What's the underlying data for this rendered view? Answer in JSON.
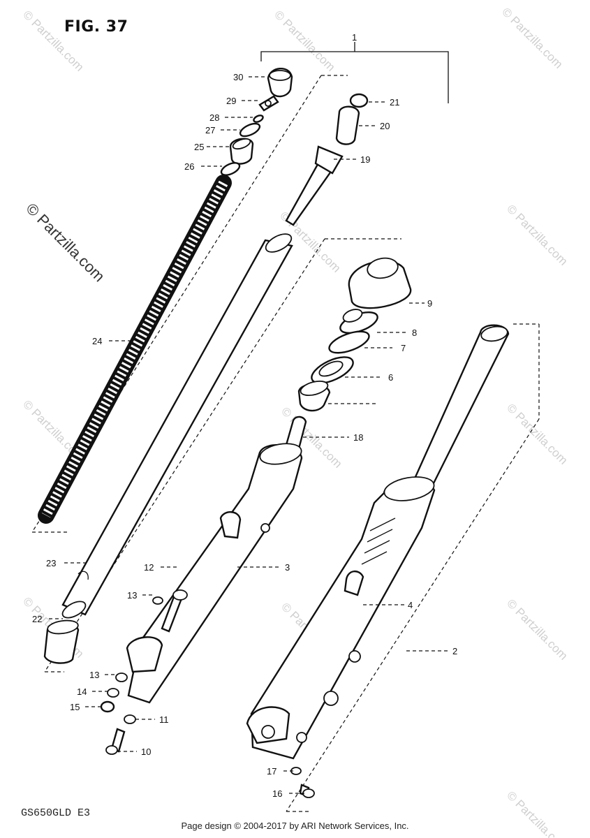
{
  "figure_label": "FIG. 37",
  "model_code": "GS650GLD E3",
  "footer_credit": "Page design © 2004-2017 by ARI Network Services, Inc.",
  "watermark": "© Partzilla.com",
  "callouts": {
    "c1": "1",
    "c2": "2",
    "c3": "3",
    "c4": "4",
    "c6": "6",
    "c7": "7",
    "c8": "8",
    "c9": "9",
    "c10": "10",
    "c11": "11",
    "c12": "12",
    "c13a": "13",
    "c13b": "13",
    "c14": "14",
    "c15": "15",
    "c16": "16",
    "c17": "17",
    "c18": "18",
    "c19": "19",
    "c20": "20",
    "c21": "21",
    "c22": "22",
    "c23": "23",
    "c24": "24",
    "c25": "25",
    "c26": "26",
    "c27": "27",
    "c28": "28",
    "c29": "29",
    "c30": "30"
  }
}
